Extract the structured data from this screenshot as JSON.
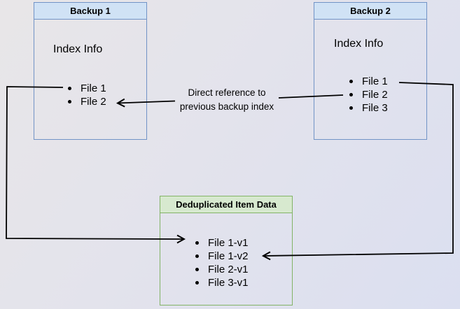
{
  "diagram": {
    "backup1": {
      "title": "Backup 1",
      "label": "Index Info",
      "files": [
        "File 1",
        "File 2"
      ]
    },
    "backup2": {
      "title": "Backup 2",
      "label": "Index Info",
      "files": [
        "File 1",
        "File 2",
        "File 3"
      ]
    },
    "dedup": {
      "title": "Deduplicated Item Data",
      "files": [
        "File 1-v1",
        "File 1-v2",
        "File 2-v1",
        "File 3-v1"
      ]
    },
    "annotation": {
      "line1": "Direct reference to",
      "line2": "previous backup index"
    },
    "colors": {
      "blue_box_border": "#7193c6",
      "blue_header_bg": "#d0e2f5",
      "green_box_border": "#82b366",
      "green_header_bg": "#d7e9cf",
      "connector_line": "#000000",
      "background_top_left": "#e8e6e8",
      "background_bottom_right": "#dbdff0"
    }
  }
}
